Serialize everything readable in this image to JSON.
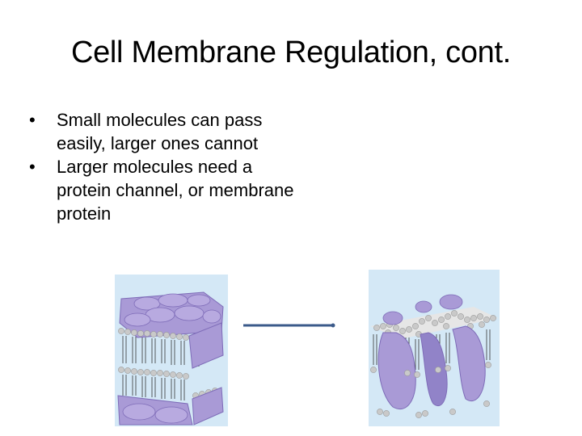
{
  "slide": {
    "title": "Cell Membrane Regulation, cont.",
    "bullets": [
      "Small molecules can pass easily, larger ones cannot",
      "Larger molecules need a protein channel, or membrane protein"
    ],
    "bullet_glyph": "•"
  },
  "illustrations": [
    {
      "name": "membrane-with-surface-proteins",
      "icon": "membrane-surface-proteins-illustration"
    },
    {
      "name": "membrane-with-channel-proteins",
      "icon": "membrane-channel-protein-illustration"
    }
  ],
  "colors": {
    "text": "#000000",
    "background": "#ffffff",
    "panel_bg": "#d4e8f6",
    "protein": "#a99ad6",
    "protein_dark": "#7e6cb8",
    "lipid_head": "#c9c9c9",
    "connector": "#3b5a8a"
  }
}
